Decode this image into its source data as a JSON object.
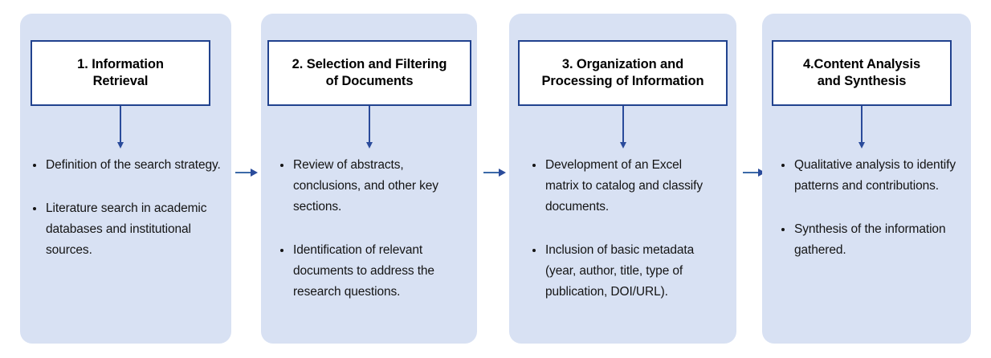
{
  "diagram": {
    "type": "process-flow",
    "orientation": "horizontal",
    "stage_count": 4,
    "colors": {
      "panel_background": "#d8e1f3",
      "title_box_background": "#ffffff",
      "title_box_border": "#21428e",
      "arrow": "#2a4b9b",
      "connector_line": "#3b6aa8",
      "text": "#141414",
      "page_background": "#ffffff"
    },
    "stages": [
      {
        "id": "stage-1",
        "number": "1.",
        "title": "1. Information Retrieval",
        "title_line_1": "1. Information",
        "title_line_2": "Retrieval",
        "bullets": [
          "Definition of the search strategy.",
          "Literature search in academic databases and institutional sources."
        ]
      },
      {
        "id": "stage-2",
        "number": "2.",
        "title": "2. Selection and Filtering of Documents",
        "title_line_1": "2. Selection and Filtering",
        "title_line_2": "of Documents",
        "bullets": [
          "Review of abstracts, conclusions, and other key sections.",
          "Identification of relevant documents to address the research questions."
        ]
      },
      {
        "id": "stage-3",
        "number": "3.",
        "title": "3. Organization and Processing of Information",
        "title_line_1": "3. Organization and",
        "title_line_2": "Processing of Information",
        "bullets": [
          "Development of an Excel matrix to catalog and classify documents.",
          "Inclusion of basic metadata (year, author, title, type of publication, DOI/URL)."
        ]
      },
      {
        "id": "stage-4",
        "number": "4.",
        "title": "4.Content Analysis and Synthesis",
        "title_line_1": "4.Content Analysis",
        "title_line_2": "and Synthesis",
        "bullets": [
          "Qualitative analysis to identify patterns and contributions.",
          "Synthesis of the information gathered."
        ]
      }
    ],
    "connectors": [
      {
        "id": "connector-1-2",
        "from": "stage-1",
        "to": "stage-2",
        "icon": "arrow-right-icon"
      },
      {
        "id": "connector-2-3",
        "from": "stage-2",
        "to": "stage-3",
        "icon": "arrow-right-icon"
      },
      {
        "id": "connector-3-4",
        "from": "stage-3",
        "to": "stage-4",
        "icon": "arrow-right-icon"
      }
    ]
  }
}
